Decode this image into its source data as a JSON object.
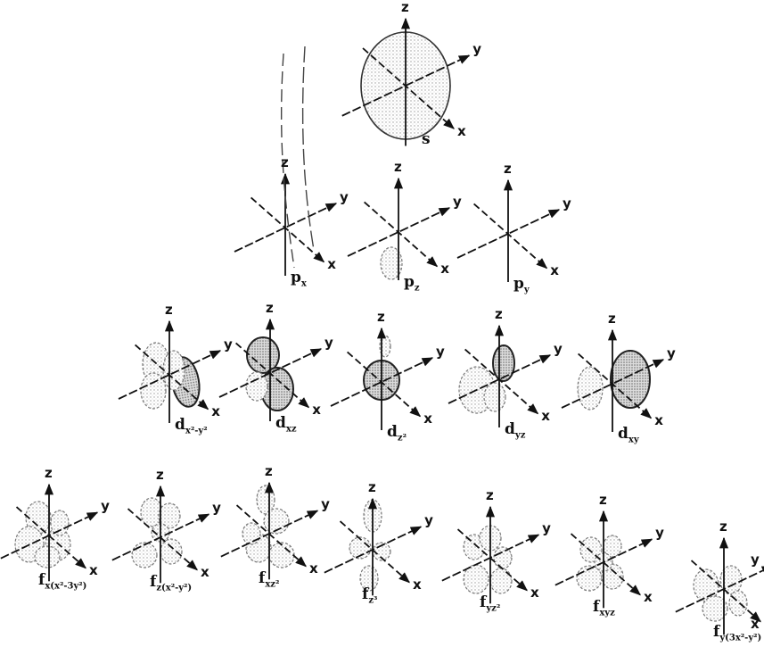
{
  "axes": {
    "x": "x",
    "y": "y",
    "z": "z"
  },
  "rows": [
    {
      "name": "s",
      "orbitals": [
        {
          "main": "s",
          "sub": ""
        }
      ]
    },
    {
      "name": "p",
      "orbitals": [
        {
          "main": "p",
          "sub": "x"
        },
        {
          "main": "p",
          "sub": "z"
        },
        {
          "main": "p",
          "sub": "y"
        }
      ]
    },
    {
      "name": "d",
      "orbitals": [
        {
          "main": "d",
          "sub": "x²-y²"
        },
        {
          "main": "d",
          "sub": "xz"
        },
        {
          "main": "d",
          "sub": "z²"
        },
        {
          "main": "d",
          "sub": "yz"
        },
        {
          "main": "d",
          "sub": "xy"
        }
      ]
    },
    {
      "name": "f",
      "orbitals": [
        {
          "main": "f",
          "sub": "x(x²-3y²)"
        },
        {
          "main": "f",
          "sub": "z(x²-y²)"
        },
        {
          "main": "f",
          "sub": "xz²"
        },
        {
          "main": "f",
          "sub": "z³"
        },
        {
          "main": "f",
          "sub": "yz²"
        },
        {
          "main": "f",
          "sub": "xyz"
        },
        {
          "main": "f",
          "sub": "y(3x²-y²)"
        }
      ]
    }
  ]
}
